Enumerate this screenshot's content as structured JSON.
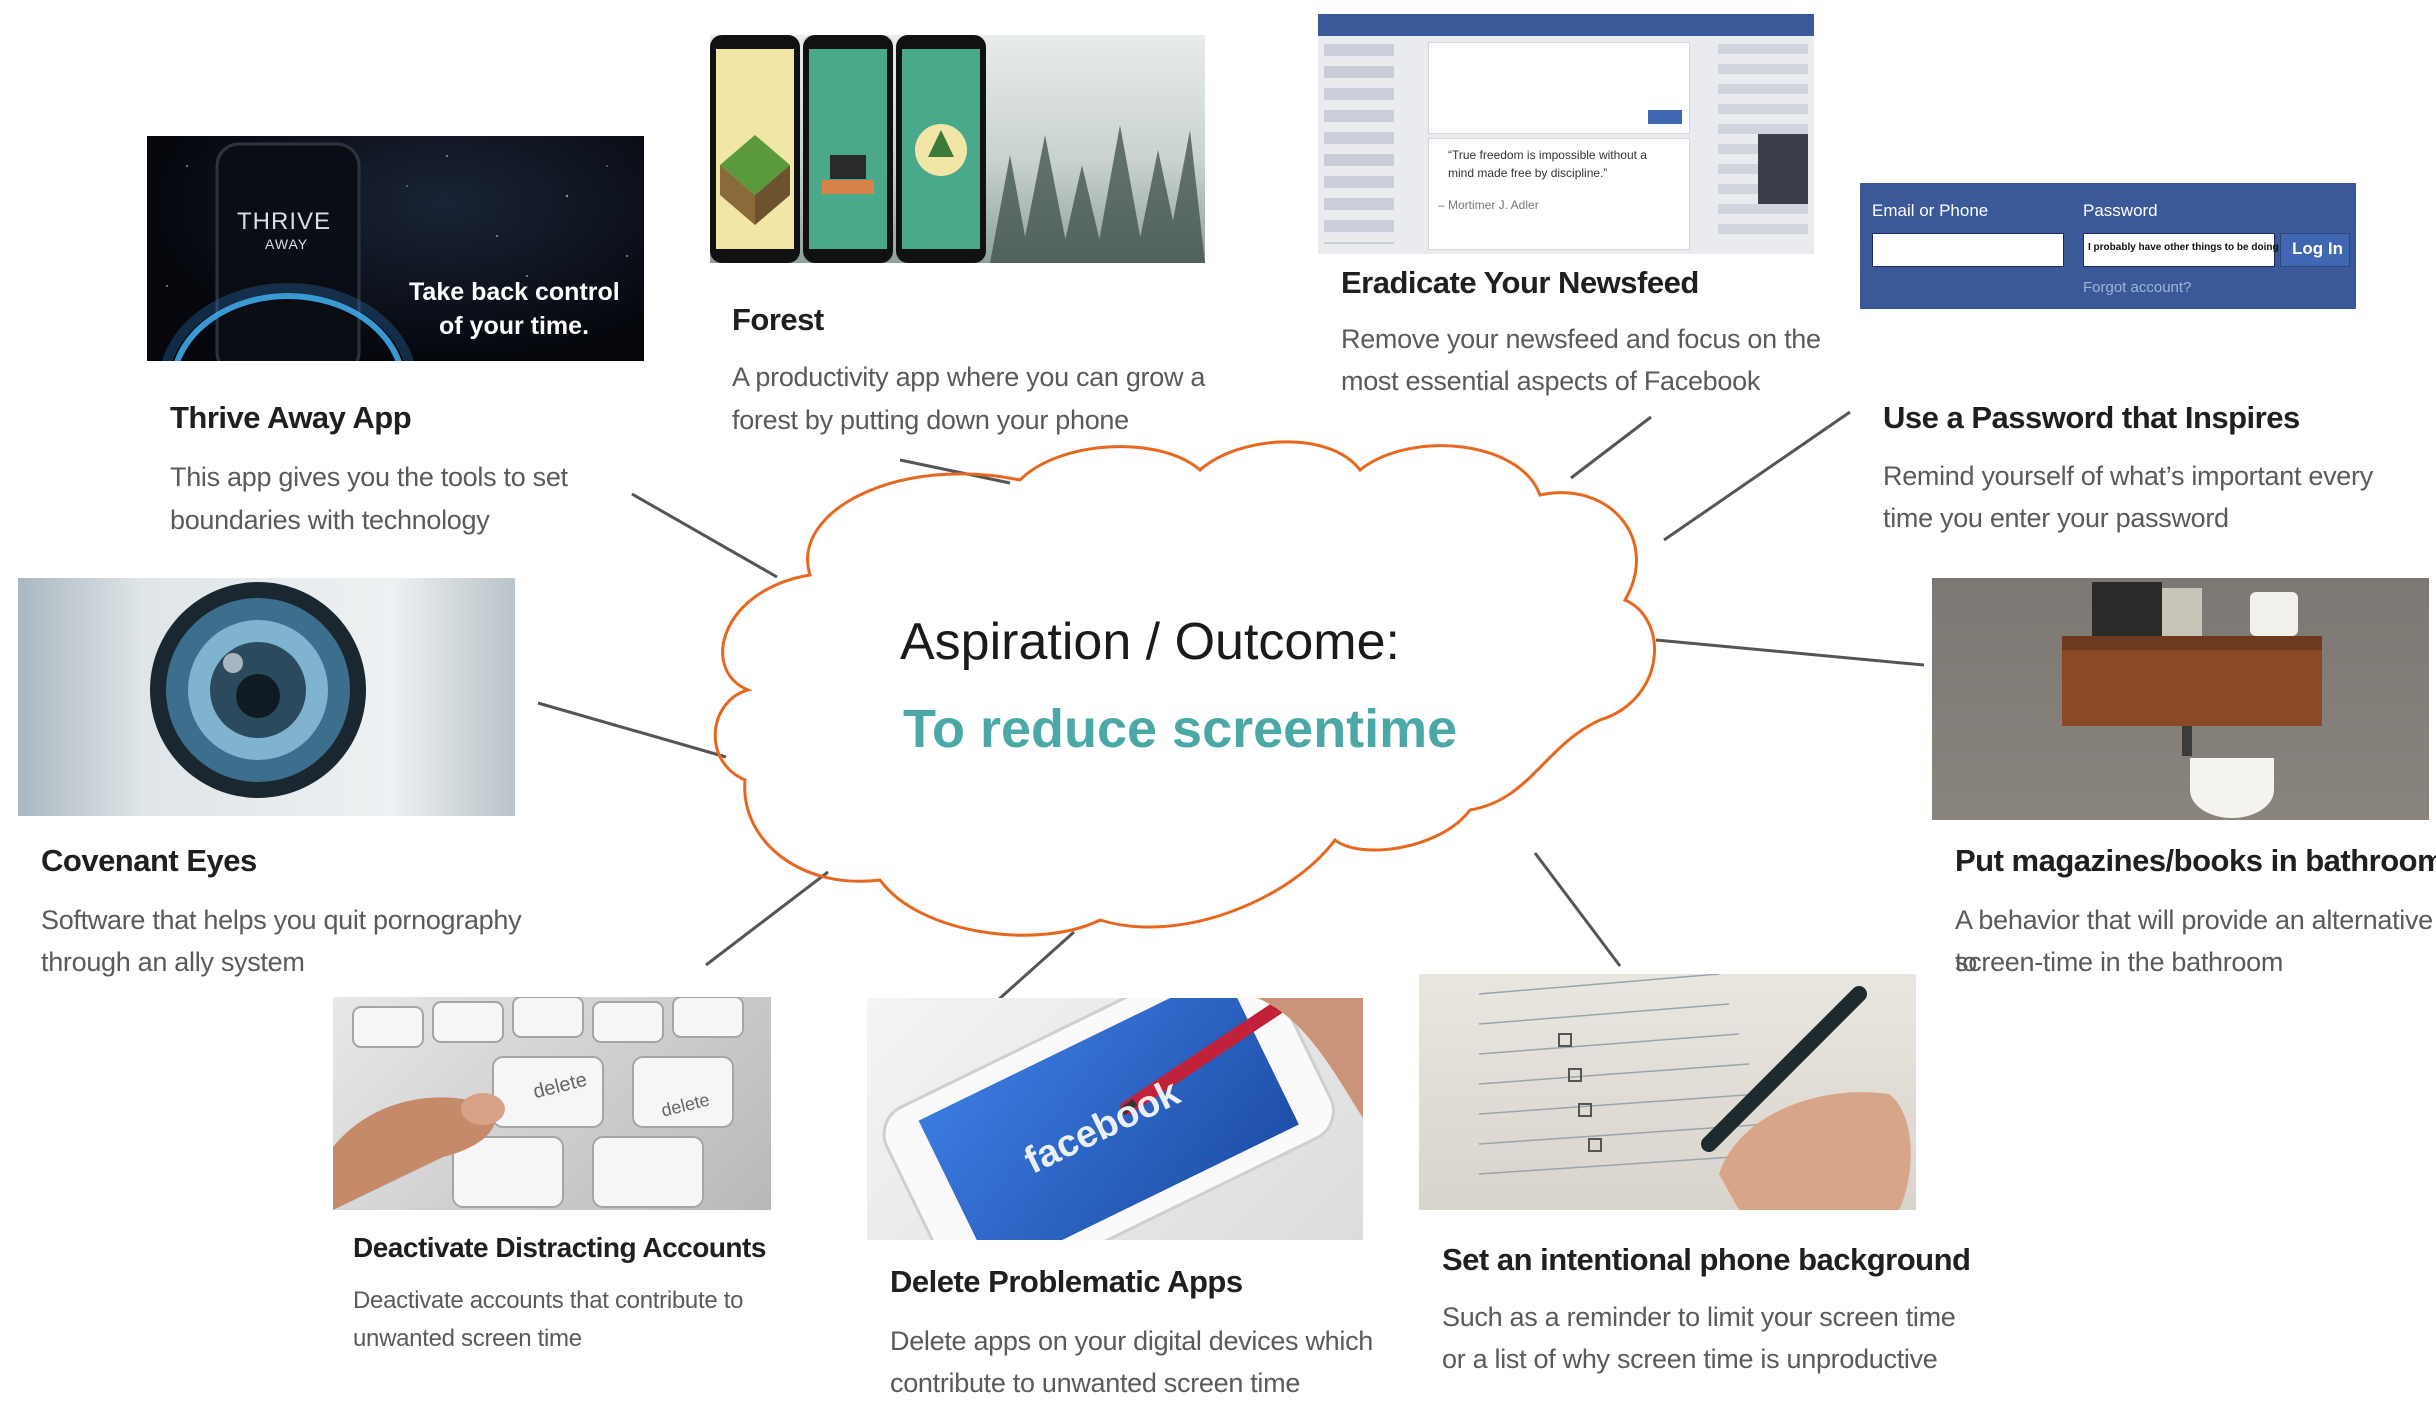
{
  "center": {
    "title": "Aspiration / Outcome:",
    "subtitle": "To reduce screentime"
  },
  "colors": {
    "cloud_stroke": "#e8671f",
    "subtitle": "#4aa8a6",
    "connector": "#555555"
  },
  "cards": {
    "thrive": {
      "title": "Thrive Away App",
      "desc1": "This app gives you the tools to set",
      "desc2": "boundaries with technology",
      "img_brand1": "THRIVE",
      "img_brand2": "AWAY",
      "img_tag1": "Take back control",
      "img_tag2": "of your time."
    },
    "forest": {
      "title": "Forest",
      "desc1": "A productivity app where you can grow a",
      "desc2": "forest by putting down your phone"
    },
    "newsfeed": {
      "title": "Eradicate Your Newsfeed",
      "desc1": "Remove your newsfeed and focus on the",
      "desc2": "most essential aspects of Facebook",
      "img_quote1": "“True freedom is impossible without a",
      "img_quote2": "mind made free by discipline.”",
      "img_author": "– Mortimer J. Adler"
    },
    "password": {
      "title": "Use a Password that Inspires",
      "desc1": "Remind yourself of what’s important every",
      "desc2": "time you enter your password",
      "img_email": "Email or Phone",
      "img_password": "Password",
      "img_password_value": "I probably have other things to be doing",
      "img_login": "Log In",
      "img_forgot": "Forgot account?"
    },
    "covenant": {
      "title": "Covenant Eyes",
      "desc1": "Software that helps you quit pornography",
      "desc2": "through an ally system"
    },
    "bathroom": {
      "title": "Put magazines/books in bathroom",
      "desc1": "A behavior that will provide an alternative to",
      "desc2": "screen-time in the bathroom"
    },
    "deactivate": {
      "title": "Deactivate Distracting Accounts",
      "desc1": "Deactivate accounts that contribute to",
      "desc2": "unwanted screen time",
      "img_key1": "delete",
      "img_key2": "delete"
    },
    "delete_apps": {
      "title": "Delete Problematic Apps",
      "desc1": "Delete apps on your digital devices which",
      "desc2": "contribute to unwanted screen time",
      "img_word": "facebook"
    },
    "background": {
      "title": "Set an intentional phone background",
      "desc1": "Such as a reminder to limit your screen time",
      "desc2": "or a list of why screen time is unproductive"
    }
  }
}
